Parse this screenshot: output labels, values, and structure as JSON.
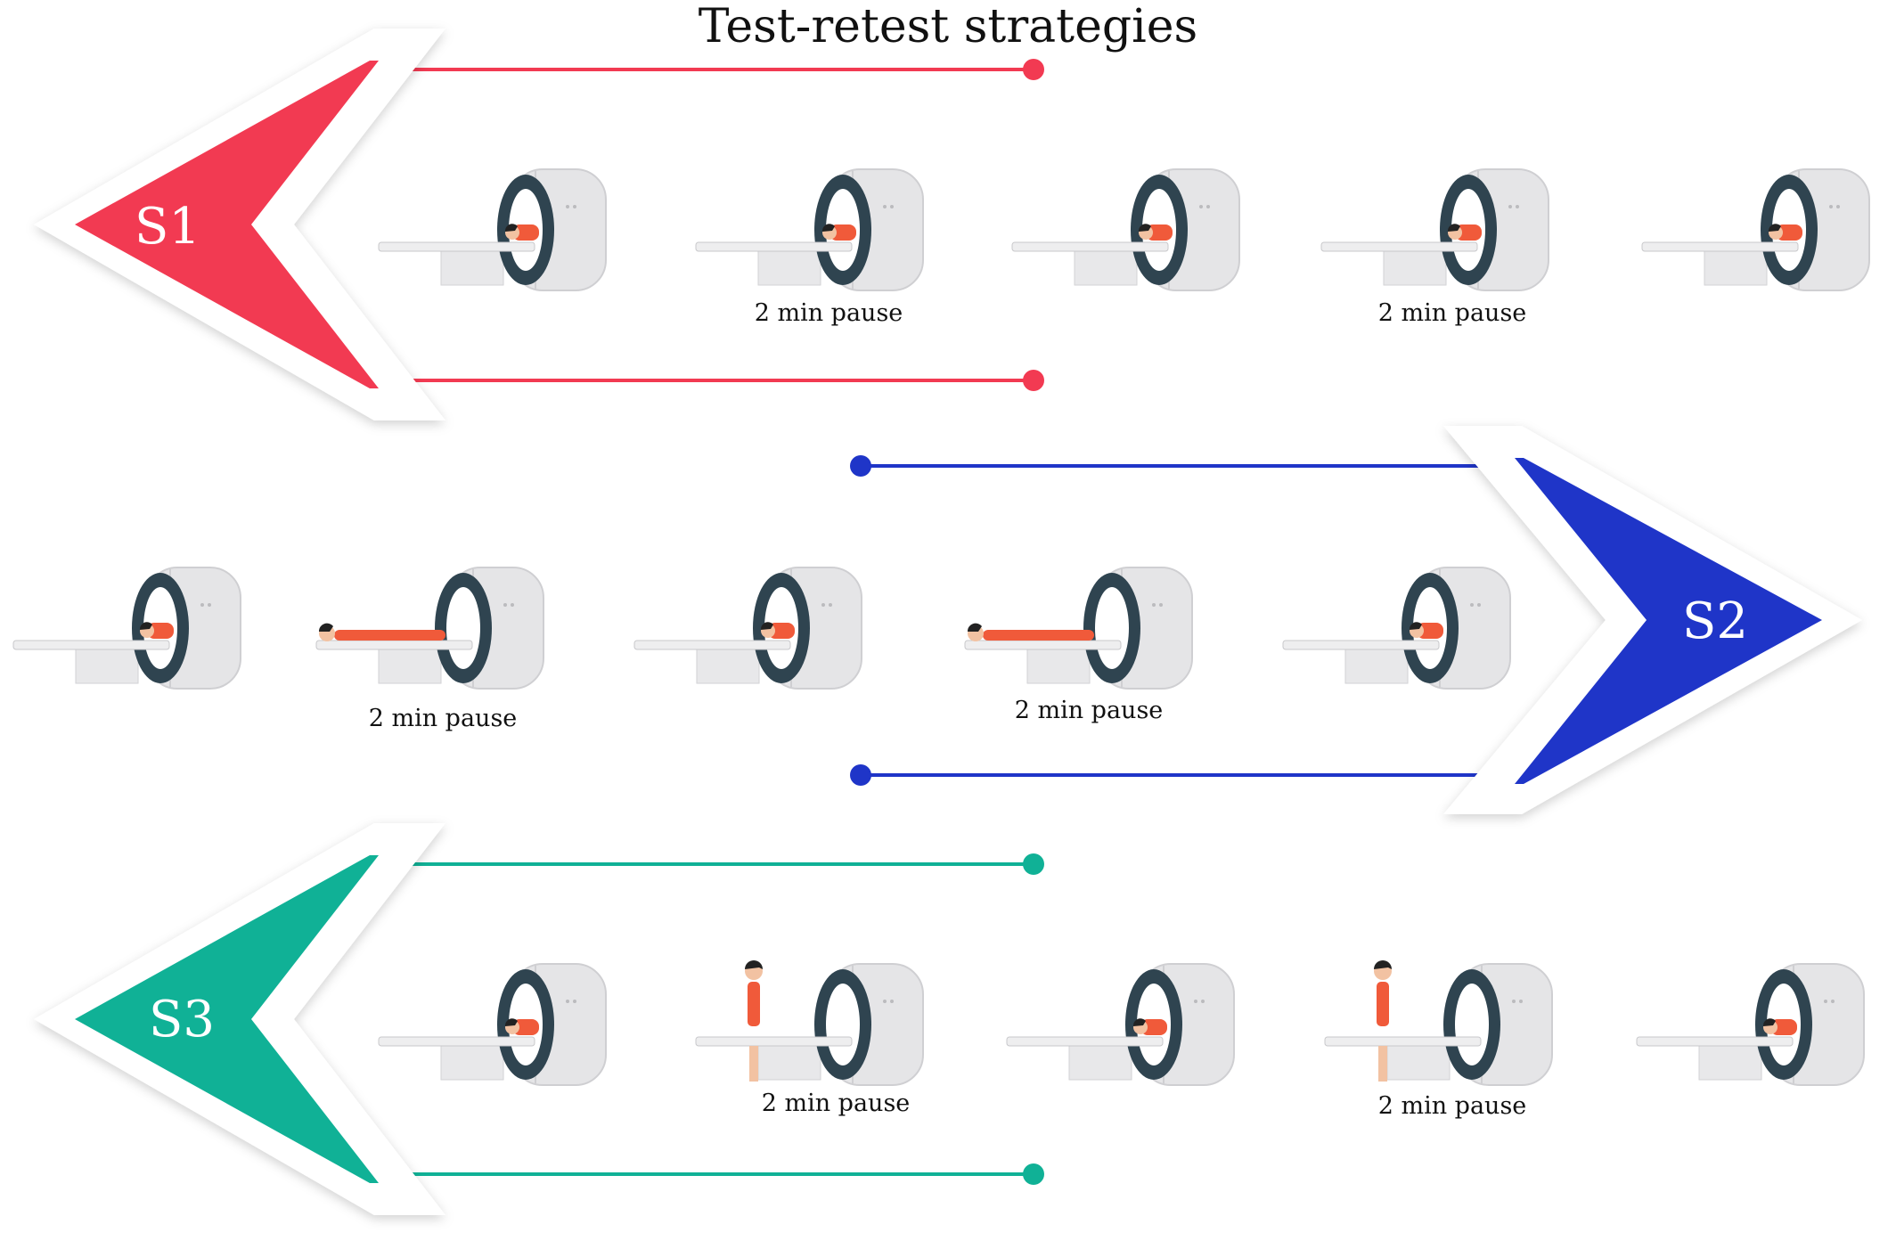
{
  "title": "Test-retest strategies",
  "colors": {
    "s1": "#f23a52",
    "s2": "#1f35c8",
    "s3": "#10b196",
    "patient": "#f05a3a",
    "scanner_body": "#e5e5e7",
    "scanner_ring": "#2f4450"
  },
  "strategies": [
    {
      "label": "S1",
      "color_key": "s1",
      "direction": "left",
      "patient_states": [
        "inside",
        "inside",
        "inside",
        "inside",
        "inside"
      ],
      "pauses": [
        "2 min pause",
        "2 min pause"
      ]
    },
    {
      "label": "S2",
      "color_key": "s2",
      "direction": "right",
      "patient_states": [
        "inside",
        "on-table",
        "inside",
        "on-table",
        "inside"
      ],
      "pauses": [
        "2 min pause",
        "2 min pause"
      ]
    },
    {
      "label": "S3",
      "color_key": "s3",
      "direction": "left",
      "patient_states": [
        "inside",
        "standing",
        "inside",
        "standing",
        "inside"
      ],
      "pauses": [
        "2 min pause",
        "2 min pause"
      ]
    }
  ],
  "icons": [
    "mri-scanner-icon",
    "patient-icon"
  ]
}
